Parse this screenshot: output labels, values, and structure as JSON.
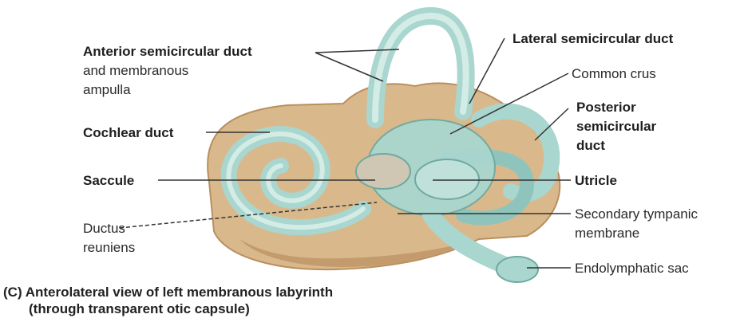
{
  "labels": {
    "anterior_title": "Anterior semicircular duct",
    "anterior_line2": "and membranous",
    "anterior_line3": "ampulla",
    "lateral": "Lateral semicircular duct",
    "common_crus": "Common crus",
    "posterior_line1": "Posterior",
    "posterior_line2": "semicircular",
    "posterior_line3": "duct",
    "cochlear": "Cochlear duct",
    "saccule": "Saccule",
    "utricle": "Utricle",
    "ductus_line1": "Ductus",
    "ductus_line2": "reuniens",
    "secondary_line1": "Secondary tympanic",
    "secondary_line2": "membrane",
    "endolymphatic": "Endolymphatic sac"
  },
  "caption": {
    "line1": "(C) Anterolateral view of left membranous labyrinth",
    "line2": "(through transparent otic capsule)"
  },
  "colors": {
    "capsule": "#d9b98c",
    "capsule_dark": "#b98f5f",
    "duct": "#a9d6cf",
    "duct_light": "#d4ece6",
    "duct_dark": "#6fa9a1"
  }
}
